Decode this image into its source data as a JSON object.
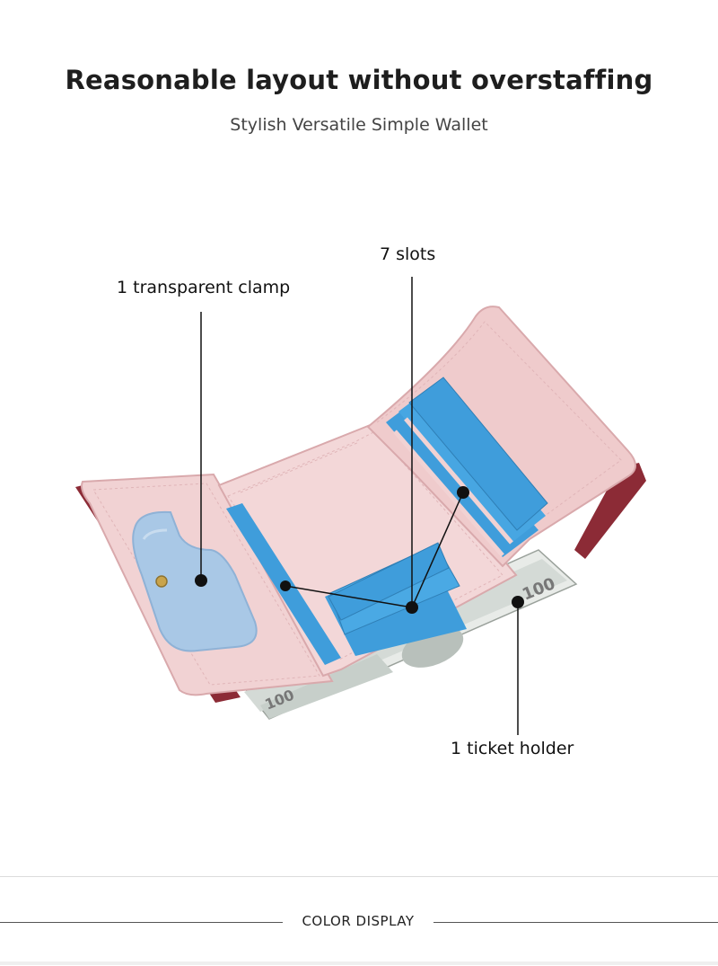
{
  "header": {
    "title": "Reasonable layout without overstaffing",
    "subtitle": "Stylish Versatile Simple Wallet"
  },
  "callouts": {
    "slots": "7 slots",
    "clamp": "1 transparent clamp",
    "ticket": "1 ticket holder"
  },
  "colors": {
    "wallet_lining": "#f1d2d3",
    "wallet_outer": "#8c2b36",
    "card_blue": "#3f9ddb",
    "window_blue": "#a9c8e6"
  },
  "color_section": {
    "label": "COLOR DISPLAY"
  }
}
